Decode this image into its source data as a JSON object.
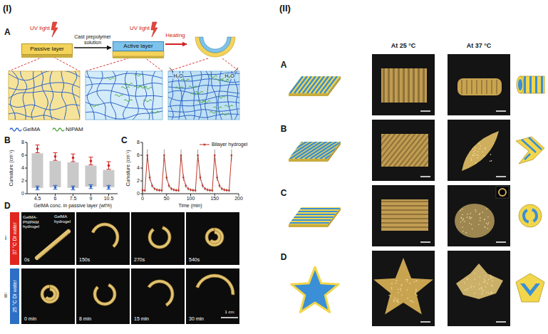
{
  "diagram": {
    "nodes": [
      {
        "text": [
          "Passive layer"
        ]
      },
      {
        "text": [
          "Active layer"
        ]
      },
      {
        "text": [
          "37 °C DI water"
        ]
      },
      {
        "text": [
          "25 °C DI water"
        ]
      }
    ],
    "edges": [
      {
        "from": 0,
        "to": 1,
        "label": "Cast prepolymer solution",
        "arrow": "to"
      }
    ],
    "labels": [
      "(I)",
      "A",
      "UV light",
      "UV light",
      "Heating",
      "H₂O",
      "H₂O",
      "B",
      "Curvature (cm⁻¹)",
      "8",
      "6",
      "4",
      "2",
      "0",
      "4.5",
      "6",
      "7.5",
      "9",
      "10.5",
      "GelMA conc. in passive layer (wt%)",
      "C",
      "Curvature (cm⁻¹)",
      "8",
      "6",
      "4",
      "2",
      "0",
      "0",
      "50",
      "100",
      "150",
      "200",
      "Time (min)",
      "D",
      "i",
      "GelMA-PNIPAM hydrogel",
      "GelMA hydrogel",
      "0s",
      "150s",
      "270s",
      "540s",
      "ii",
      "0 min",
      "8 min",
      "15 min",
      "30 min",
      "1 cm",
      "(II)",
      "A",
      "At 25 °C",
      "At 37 °C",
      "B",
      "C",
      "D"
    ],
    "legend": [
      {
        "text": "GelMA"
      },
      {
        "text": "NIPAM"
      },
      {
        "text": "Bilayer hydrogel"
      }
    ]
  }
}
